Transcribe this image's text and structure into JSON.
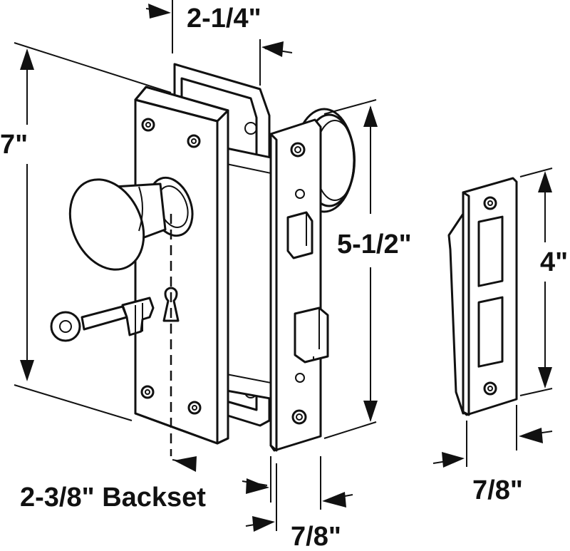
{
  "dimensions": {
    "overall_height": "7\"",
    "rose_width": "2-1/4\"",
    "faceplate_height": "5-1/2\"",
    "strike_height": "4\"",
    "strike_width": "7/8\"",
    "faceplate_width": "7/8\"",
    "backset": "2-3/8\" Backset"
  },
  "colors": {
    "line": "#111111",
    "background": "#ffffff"
  },
  "icons": [
    "mortise-lock-body",
    "door-knob",
    "skeleton-key",
    "strike-plate"
  ]
}
